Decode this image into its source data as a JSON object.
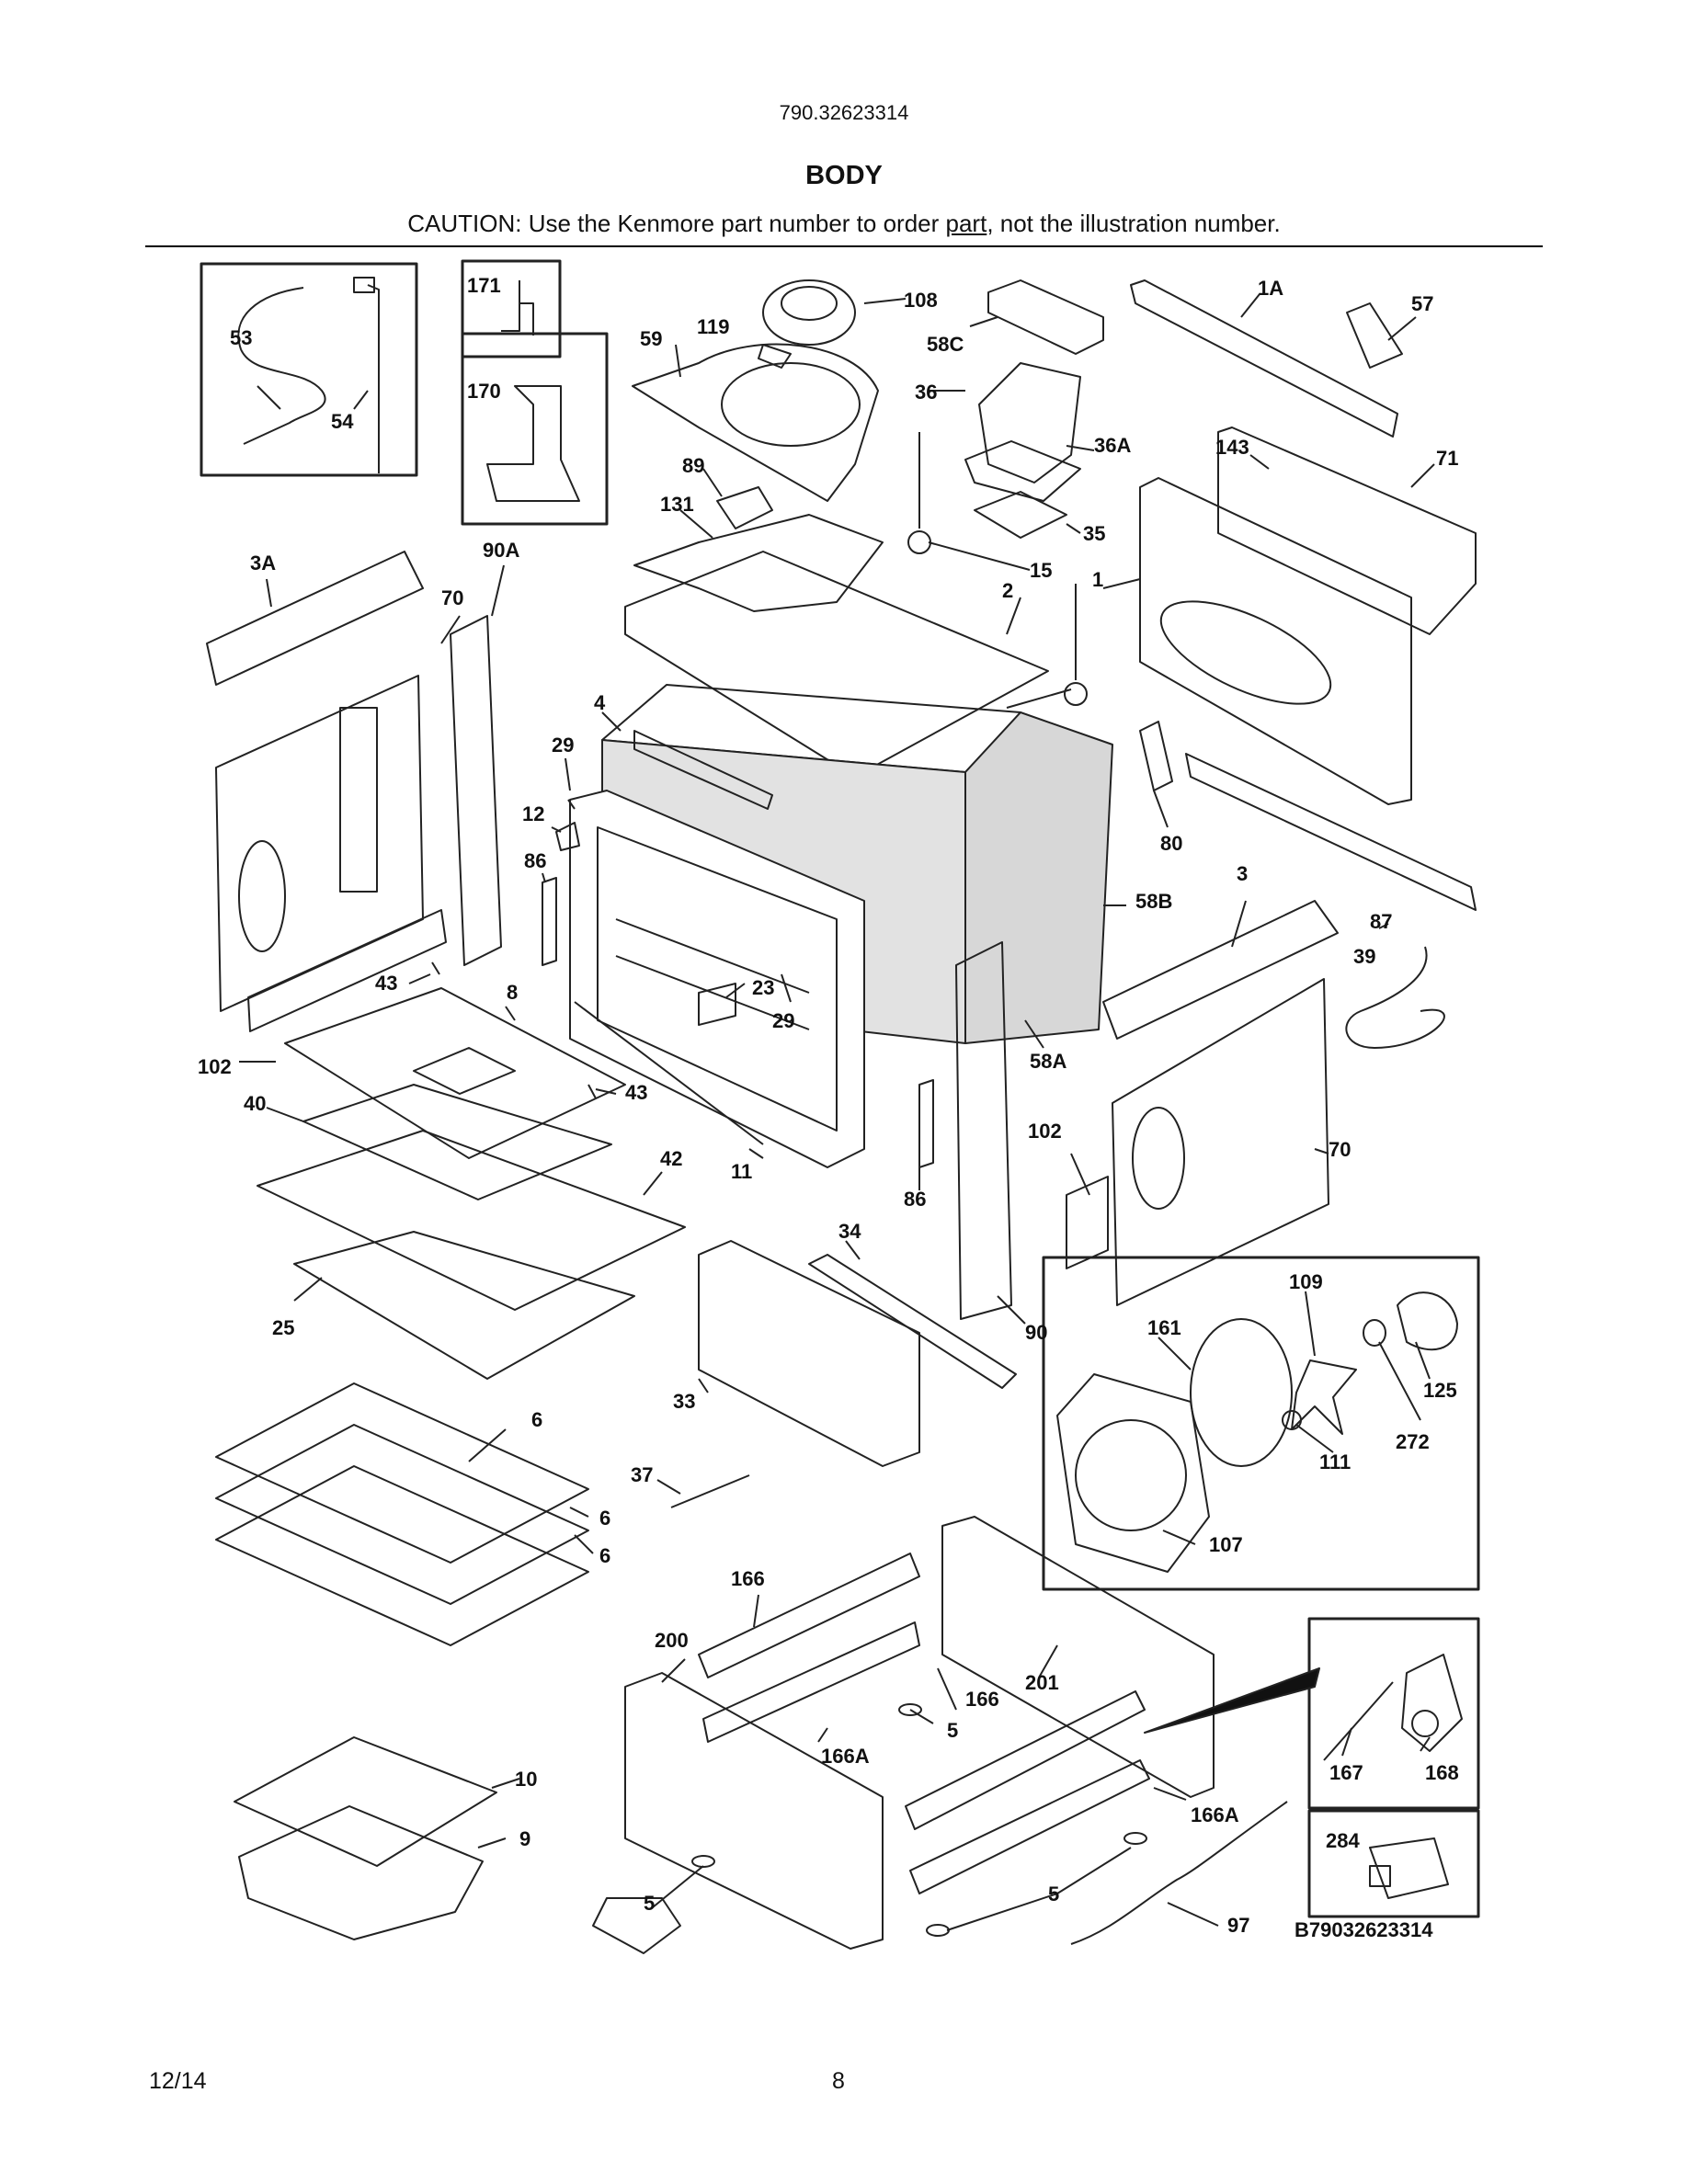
{
  "header": {
    "model_number": "790.32623314",
    "section_title": "BODY",
    "caution_prefix": "CAUTION: Use the Kenmore part number to order ",
    "caution_underlined": "part",
    "caution_suffix": ", not the illustration number."
  },
  "footer": {
    "date": "12/14",
    "page_number": "8"
  },
  "diagram": {
    "drawing_code": "B79032623314",
    "callouts": {
      "c53": "53",
      "c54": "54",
      "c171": "171",
      "c170": "170",
      "c119": "119",
      "c108": "108",
      "c59": "59",
      "c58C": "58C",
      "c36": "36",
      "c36A": "36A",
      "c35": "35",
      "c89": "89",
      "c131": "131",
      "c1A": "1A",
      "c57": "57",
      "c143": "143",
      "c71": "71",
      "c15": "15",
      "c1": "1",
      "c2": "2",
      "c3A": "3A",
      "c90A": "90A",
      "c70a": "70",
      "c4": "4",
      "c29a": "29",
      "c12": "12",
      "c86a": "86",
      "c80": "80",
      "c58B": "58B",
      "c3": "3",
      "c87": "87",
      "c39": "39",
      "c43a": "43",
      "c8": "8",
      "c23": "23",
      "c29b": "29",
      "c43b": "43",
      "c102a": "102",
      "c40": "40",
      "c58A": "58A",
      "c42": "42",
      "c11": "11",
      "c86b": "86",
      "c102b": "102",
      "c70b": "70",
      "c25": "25",
      "c34": "34",
      "c90": "90",
      "c109": "109",
      "c161": "161",
      "c125": "125",
      "c272": "272",
      "c111": "111",
      "c33": "33",
      "c6a": "6",
      "c6b": "6",
      "c6c": "6",
      "c37": "37",
      "c107": "107",
      "c166a": "166",
      "c200": "200",
      "c201": "201",
      "c166b": "166",
      "c5a": "5",
      "c166Aa": "166A",
      "c167": "167",
      "c168": "168",
      "c166Ab": "166A",
      "c10": "10",
      "c9": "9",
      "c5b": "5",
      "c5c": "5",
      "c97": "97",
      "c284": "284"
    }
  }
}
